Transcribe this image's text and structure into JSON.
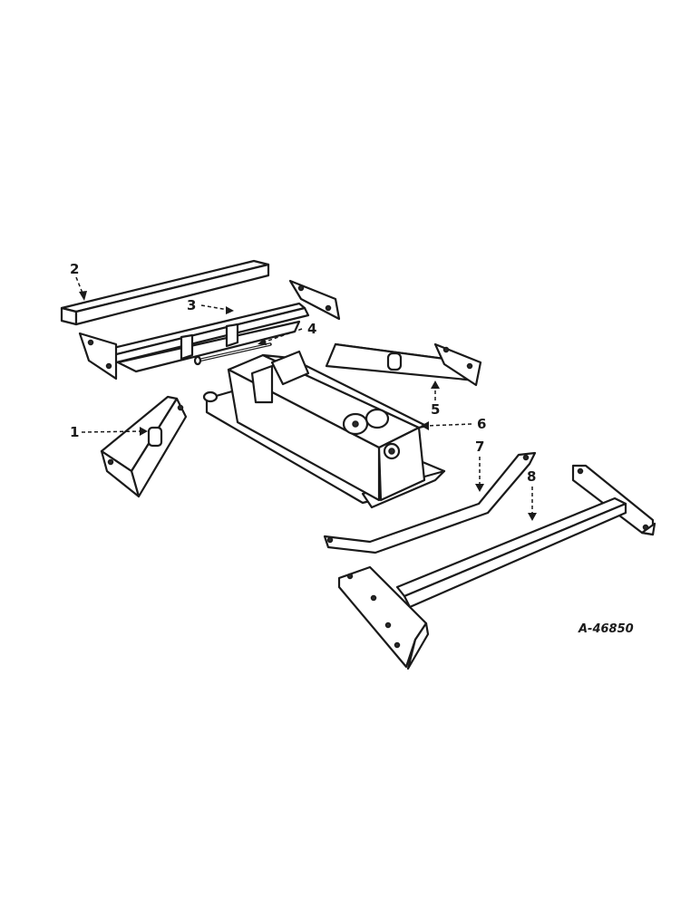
{
  "callouts": {
    "c1": "1",
    "c2": "2",
    "c3": "3",
    "c4": "4",
    "c5": "5",
    "c6": "6",
    "c7": "7",
    "c8": "8"
  },
  "figure_id": "A-46850"
}
